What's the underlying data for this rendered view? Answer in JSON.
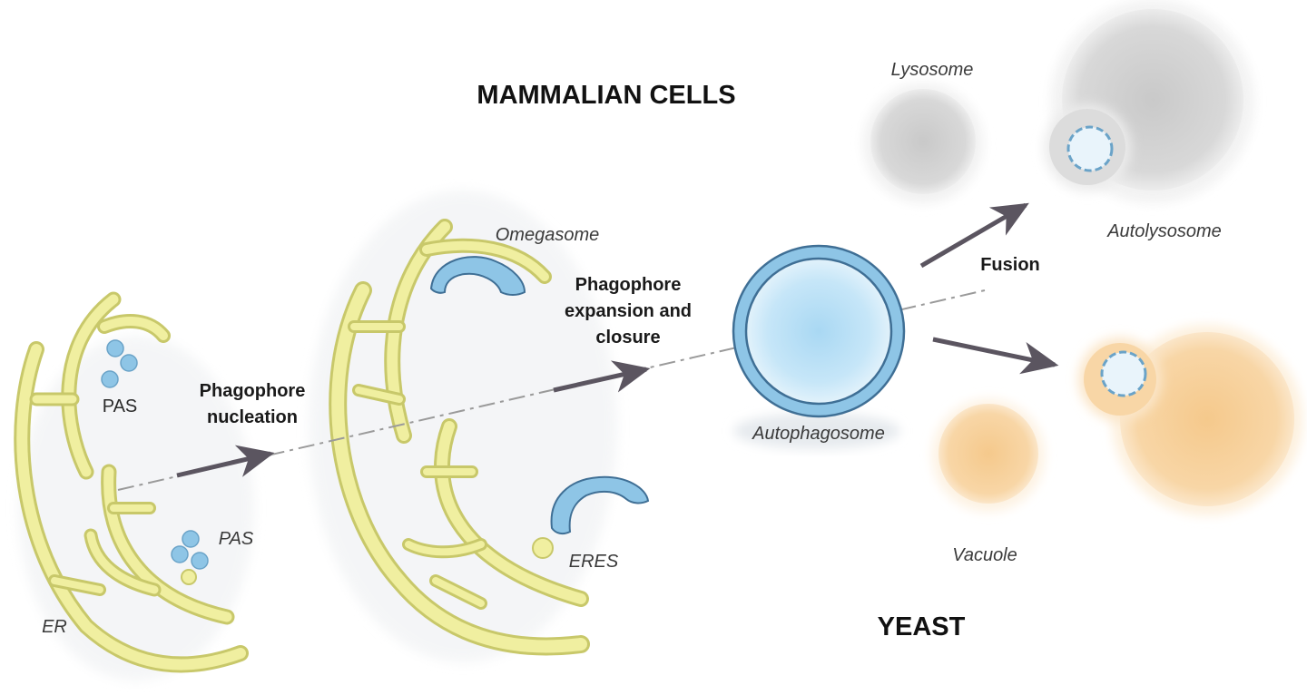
{
  "titles": {
    "mammalian": "MAMMALIAN CELLS",
    "yeast": "YEAST"
  },
  "steps": {
    "nucleation_line1": "Phagophore",
    "nucleation_line2": "nucleation",
    "expansion_line1": "Phagophore",
    "expansion_line2": "expansion and",
    "expansion_line3": "closure",
    "fusion": "Fusion"
  },
  "labels": {
    "pas_upper": "PAS",
    "pas_lower": "PAS",
    "er": "ER",
    "omegasome": "Omegasome",
    "eres": "ERES",
    "autophagosome": "Autophagosome",
    "lysosome": "Lysosome",
    "autolysosome": "Autolysosome",
    "vacuole": "Vacuole"
  },
  "colors": {
    "er_fill": "#f0efa0",
    "er_stroke": "#c8c86a",
    "membrane_blue": "#8ec5e6",
    "membrane_stroke": "#3f6f95",
    "lumen_blue": "#bfe0f5",
    "lysosome_gray": "#d3d3d3",
    "vacuole_orange": "#f7cf97",
    "arrow": "#5b5560"
  }
}
